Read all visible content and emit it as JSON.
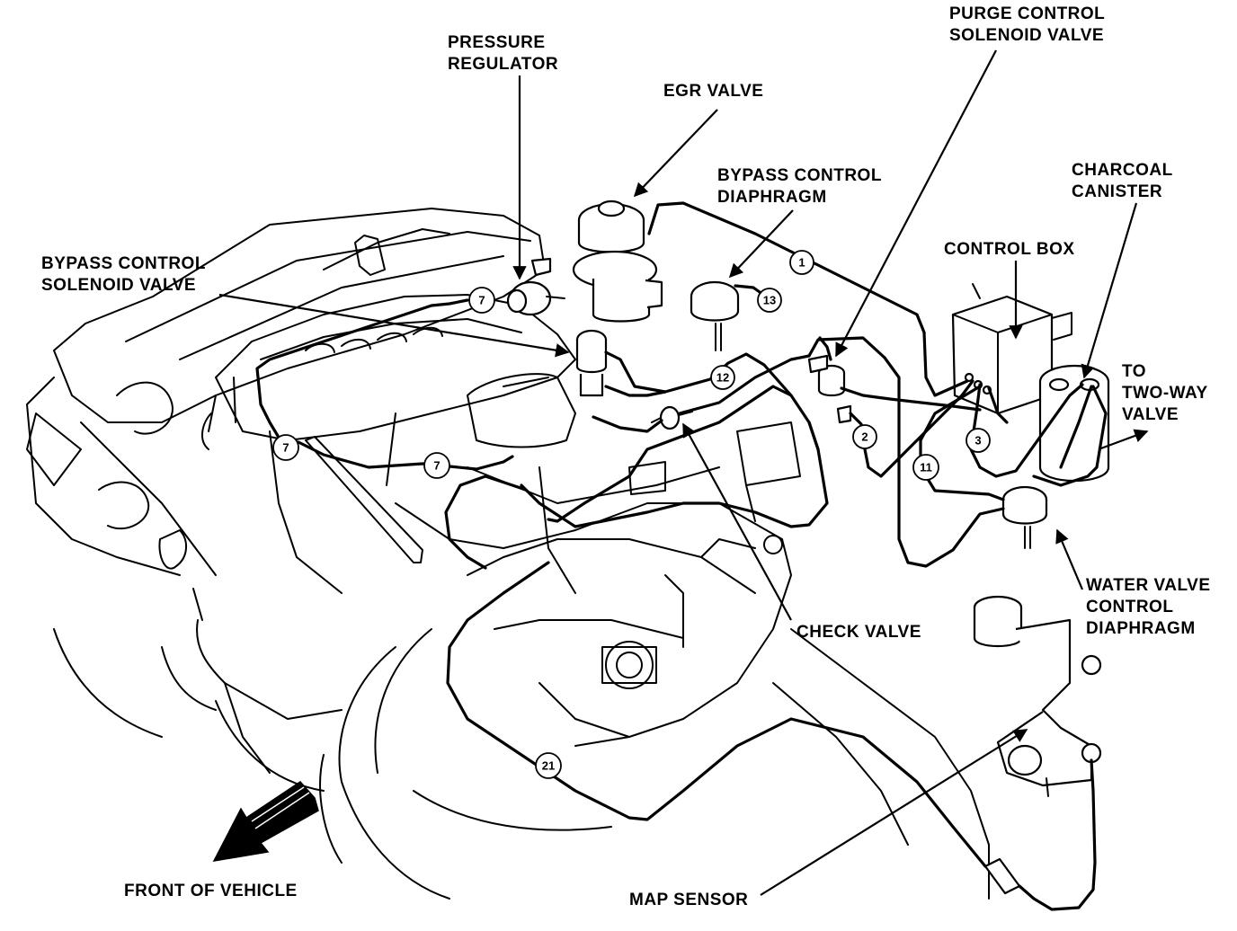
{
  "labels": {
    "pressure_regulator": [
      "PRESSURE",
      "REGULATOR"
    ],
    "egr_valve": [
      "EGR VALVE"
    ],
    "purge_control": [
      "PURGE CONTROL",
      "SOLENOID VALVE"
    ],
    "bypass_diaphragm": [
      "BYPASS CONTROL",
      "DIAPHRAGM"
    ],
    "charcoal_canister": [
      "CHARCOAL",
      "CANISTER"
    ],
    "control_box": [
      "CONTROL BOX"
    ],
    "bypass_solenoid": [
      "BYPASS CONTROL",
      "SOLENOID VALVE"
    ],
    "to_two_way": [
      "TO",
      "TWO-WAY",
      "VALVE"
    ],
    "water_valve": [
      "WATER VALVE",
      "CONTROL",
      "DIAPHRAGM"
    ],
    "check_valve": [
      "CHECK VALVE"
    ],
    "front_of_vehicle": [
      "FRONT OF VEHICLE"
    ],
    "map_sensor": [
      "MAP SENSOR"
    ]
  },
  "hose_numbers": {
    "h1": "1",
    "h2": "2",
    "h3": "3",
    "h7a": "7",
    "h7b": "7",
    "h7c": "7",
    "h11": "11",
    "h12": "12",
    "h13": "13",
    "h21": "21"
  }
}
